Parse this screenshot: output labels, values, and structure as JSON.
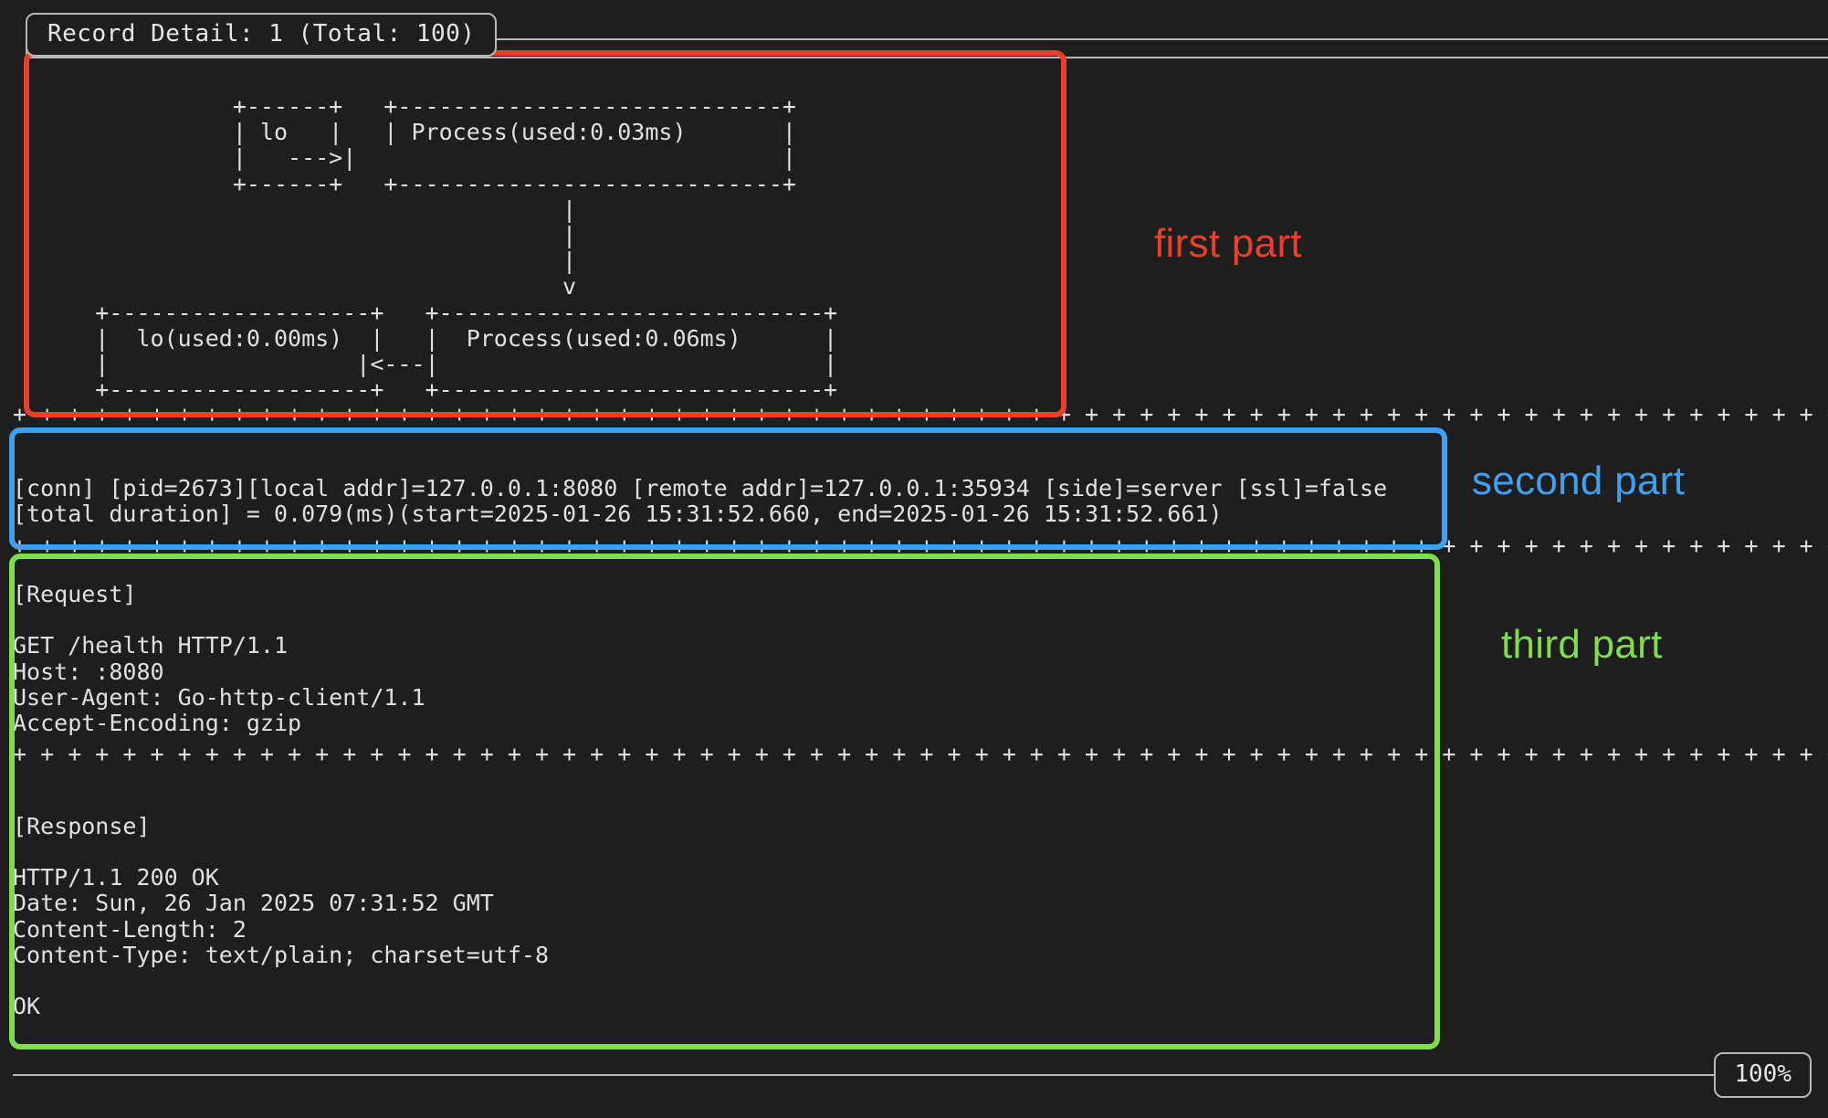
{
  "header": {
    "title": "Record Detail: 1 (Total: 100)",
    "record_index": 1,
    "record_total": 100
  },
  "diagram": {
    "ascii": "                +------+   +----------------------------+\n                | lo   |   | Process(used:0.03ms)       |\n                |   --->|                               |\n                +------+   +----------------------------+\n                                        |\n                                        |\n                                        |\n                                        v\n      +-------------------+   +----------------------------+\n      |  lo(used:0.00ms)  |   |  Process(used:0.06ms)      |\n      |                  |<---|                            |\n      +-------------------+   +----------------------------+",
    "nodes": [
      {
        "label": "lo",
        "used_ms": null
      },
      {
        "label": "Process(used:0.03ms)",
        "used_ms": 0.03
      },
      {
        "label": "lo(used:0.00ms)",
        "used_ms": 0.0
      },
      {
        "label": "Process(used:0.06ms)",
        "used_ms": 0.06
      }
    ]
  },
  "separators": {
    "plus_char": "+",
    "spacer": " "
  },
  "connection": {
    "line1": "[conn] [pid=2673][local addr]=127.0.0.1:8080 [remote addr]=127.0.0.1:35934 [side]=server [ssl]=false",
    "line2": "[total duration] = 0.079(ms)(start=2025-01-26 15:31:52.660, end=2025-01-26 15:31:52.661)",
    "pid": 2673,
    "local_addr": "127.0.0.1:8080",
    "remote_addr": "127.0.0.1:35934",
    "side": "server",
    "ssl": "false",
    "total_duration_ms": 0.079,
    "start": "2025-01-26 15:31:52.660",
    "end": "2025-01-26 15:31:52.661"
  },
  "request": {
    "heading": "[Request]",
    "lines": [
      "GET /health HTTP/1.1",
      "Host: :8080",
      "User-Agent: Go-http-client/1.1",
      "Accept-Encoding: gzip"
    ]
  },
  "response": {
    "heading": "[Response]",
    "lines": [
      "HTTP/1.1 200 OK",
      "Date: Sun, 26 Jan 2025 07:31:52 GMT",
      "Content-Length: 2",
      "Content-Type: text/plain; charset=utf-8"
    ],
    "body": "OK"
  },
  "annotations": [
    {
      "label": "first part",
      "color": "#e8402a"
    },
    {
      "label": "second part",
      "color": "#3fa0f0"
    },
    {
      "label": "third part",
      "color": "#7ede4b"
    }
  ],
  "footer": {
    "zoom": "100%"
  }
}
